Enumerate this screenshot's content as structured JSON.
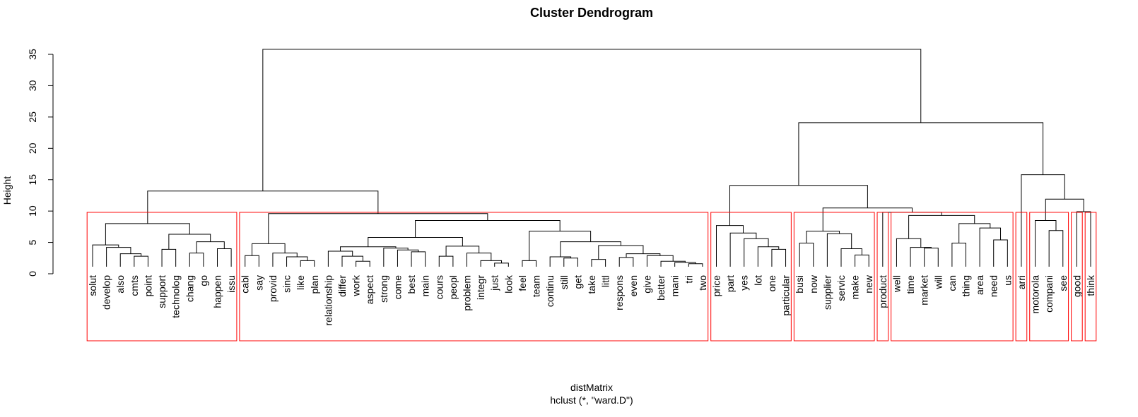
{
  "chart_data": {
    "type": "dendrogram",
    "title": "Cluster Dendrogram",
    "xlabel": "distMatrix",
    "subtitle": "hclust (*, \"ward.D\")",
    "ylabel": "Height",
    "ylim": [
      0,
      35
    ],
    "y_ticks": [
      0,
      5,
      10,
      15,
      20,
      25,
      30,
      35
    ],
    "leaves": [
      "solut",
      "develop",
      "also",
      "cmts",
      "point",
      "support",
      "technolog",
      "chang",
      "go",
      "happen",
      "issu",
      "cabl",
      "say",
      "provid",
      "sinc",
      "like",
      "plan",
      "relationship",
      "differ",
      "work",
      "aspect",
      "strong",
      "come",
      "best",
      "main",
      "cours",
      "peopl",
      "problem",
      "integr",
      "just",
      "look",
      "feel",
      "team",
      "continu",
      "still",
      "get",
      "take",
      "littl",
      "respons",
      "even",
      "give",
      "better",
      "mani",
      "tri",
      "two",
      "price",
      "part",
      "yes",
      "lot",
      "one",
      "particular",
      "busi",
      "now",
      "supplier",
      "servic",
      "make",
      "new",
      "product",
      "well",
      "time",
      "market",
      "will",
      "can",
      "thing",
      "area",
      "need",
      "us",
      "arri",
      "motorola",
      "compani",
      "see",
      "good",
      "think"
    ],
    "tree": {
      "h": 35.8,
      "c": [
        {
          "h": 13.2,
          "c": [
            {
              "h": 8.0,
              "c": [
                {
                  "h": 4.6,
                  "c": [
                    "solut",
                    {
                      "h": 4.2,
                      "c": [
                        "develop",
                        {
                          "h": 3.2,
                          "c": [
                            "also",
                            {
                              "h": 2.8,
                              "c": [
                                "cmts",
                                "point"
                              ]
                            }
                          ]
                        }
                      ]
                    }
                  ]
                },
                {
                  "h": 6.3,
                  "c": [
                    {
                      "h": 3.9,
                      "c": [
                        "support",
                        "technolog"
                      ]
                    },
                    {
                      "h": 5.1,
                      "c": [
                        {
                          "h": 3.3,
                          "c": [
                            "chang",
                            "go"
                          ]
                        },
                        {
                          "h": 4.0,
                          "c": [
                            "happen",
                            "issu"
                          ]
                        }
                      ]
                    }
                  ]
                }
              ]
            },
            {
              "h": 9.6,
              "c": [
                {
                  "h": 4.8,
                  "c": [
                    {
                      "h": 2.9,
                      "c": [
                        "cabl",
                        "say"
                      ]
                    },
                    {
                      "h": 3.3,
                      "c": [
                        "provid",
                        {
                          "h": 2.7,
                          "c": [
                            "sinc",
                            {
                              "h": 2.1,
                              "c": [
                                "like",
                                "plan"
                              ]
                            }
                          ]
                        }
                      ]
                    }
                  ]
                },
                {
                  "h": 8.5,
                  "c": [
                    {
                      "h": 5.8,
                      "c": [
                        {
                          "h": 4.3,
                          "c": [
                            {
                              "h": 3.6,
                              "c": [
                                "relationship",
                                {
                                  "h": 2.8,
                                  "c": [
                                    "differ",
                                    {
                                      "h": 2.0,
                                      "c": [
                                        "work",
                                        "aspect"
                                      ]
                                    }
                                  ]
                                }
                              ]
                            },
                            {
                              "h": 4.1,
                              "c": [
                                "strong",
                                {
                                  "h": 3.8,
                                  "c": [
                                    "come",
                                    {
                                      "h": 3.5,
                                      "c": [
                                        "best",
                                        "main"
                                      ]
                                    }
                                  ]
                                }
                              ]
                            }
                          ]
                        },
                        {
                          "h": 4.4,
                          "c": [
                            {
                              "h": 2.8,
                              "c": [
                                "cours",
                                "peopl"
                              ]
                            },
                            {
                              "h": 3.3,
                              "c": [
                                "problem",
                                {
                                  "h": 2.1,
                                  "c": [
                                    "integr",
                                    {
                                      "h": 1.7,
                                      "c": [
                                        "just",
                                        "look"
                                      ]
                                    }
                                  ]
                                }
                              ]
                            }
                          ]
                        }
                      ]
                    },
                    {
                      "h": 6.8,
                      "c": [
                        {
                          "h": 2.1,
                          "c": [
                            "feel",
                            "team"
                          ]
                        },
                        {
                          "h": 5.1,
                          "c": [
                            {
                              "h": 2.7,
                              "c": [
                                "continu",
                                {
                                  "h": 2.5,
                                  "c": [
                                    "still",
                                    "get"
                                  ]
                                }
                              ]
                            },
                            {
                              "h": 4.5,
                              "c": [
                                {
                                  "h": 2.3,
                                  "c": [
                                    "take",
                                    "littl"
                                  ]
                                },
                                {
                                  "h": 3.2,
                                  "c": [
                                    {
                                      "h": 2.6,
                                      "c": [
                                        "respons",
                                        "even"
                                      ]
                                    },
                                    {
                                      "h": 2.9,
                                      "c": [
                                        "give",
                                        {
                                          "h": 2.0,
                                          "c": [
                                            "better",
                                            {
                                              "h": 1.8,
                                              "c": [
                                                "mani",
                                                {
                                                  "h": 1.6,
                                                  "c": [
                                                    "tri",
                                                    "two"
                                                  ]
                                                }
                                              ]
                                            }
                                          ]
                                        }
                                      ]
                                    }
                                  ]
                                }
                              ]
                            }
                          ]
                        }
                      ]
                    }
                  ]
                }
              ]
            }
          ]
        },
        {
          "h": 24.1,
          "c": [
            {
              "h": 14.1,
              "c": [
                {
                  "h": 7.7,
                  "c": [
                    "price",
                    {
                      "h": 6.5,
                      "c": [
                        "part",
                        {
                          "h": 5.6,
                          "c": [
                            "yes",
                            {
                              "h": 4.3,
                              "c": [
                                "lot",
                                {
                                  "h": 3.9,
                                  "c": [
                                    "one",
                                    "particular"
                                  ]
                                }
                              ]
                            }
                          ]
                        }
                      ]
                    }
                  ]
                },
                {
                  "h": 10.5,
                  "c": [
                    {
                      "h": 6.8,
                      "c": [
                        {
                          "h": 4.9,
                          "c": [
                            "busi",
                            "now"
                          ]
                        },
                        {
                          "h": 6.4,
                          "c": [
                            "supplier",
                            {
                              "h": 4.0,
                              "c": [
                                "servic",
                                {
                                  "h": 3.0,
                                  "c": [
                                    "make",
                                    "new"
                                  ]
                                }
                              ]
                            }
                          ]
                        }
                      ]
                    },
                    {
                      "h": 9.8,
                      "c": [
                        "product",
                        {
                          "h": 9.3,
                          "c": [
                            {
                              "h": 5.6,
                              "c": [
                                "well",
                                {
                                  "h": 4.2,
                                  "c": [
                                    "time",
                                    {
                                      "h": 4.1,
                                      "c": [
                                        "market",
                                        "will"
                                      ]
                                    }
                                  ]
                                }
                              ]
                            },
                            {
                              "h": 8.0,
                              "c": [
                                {
                                  "h": 4.9,
                                  "c": [
                                    "can",
                                    "thing"
                                  ]
                                },
                                {
                                  "h": 7.3,
                                  "c": [
                                    "area",
                                    {
                                      "h": 5.4,
                                      "c": [
                                        "need",
                                        "us"
                                      ]
                                    }
                                  ]
                                }
                              ]
                            }
                          ]
                        }
                      ]
                    }
                  ]
                }
              ]
            },
            {
              "h": 15.8,
              "c": [
                "arri",
                {
                  "h": 11.9,
                  "c": [
                    {
                      "h": 8.5,
                      "c": [
                        "motorola",
                        {
                          "h": 6.9,
                          "c": [
                            "compani",
                            "see"
                          ]
                        }
                      ]
                    },
                    {
                      "h": 9.9,
                      "c": [
                        "good",
                        "think"
                      ]
                    }
                  ]
                }
              ]
            }
          ]
        }
      ]
    },
    "cluster_boxes": [
      [
        0,
        10
      ],
      [
        11,
        44
      ],
      [
        45,
        50
      ],
      [
        51,
        56
      ],
      [
        57,
        57
      ],
      [
        58,
        66
      ],
      [
        67,
        67
      ],
      [
        68,
        70
      ],
      [
        71,
        71
      ],
      [
        72,
        72
      ]
    ],
    "colors": {
      "tree": "#000000",
      "box": "#ff0000"
    }
  }
}
